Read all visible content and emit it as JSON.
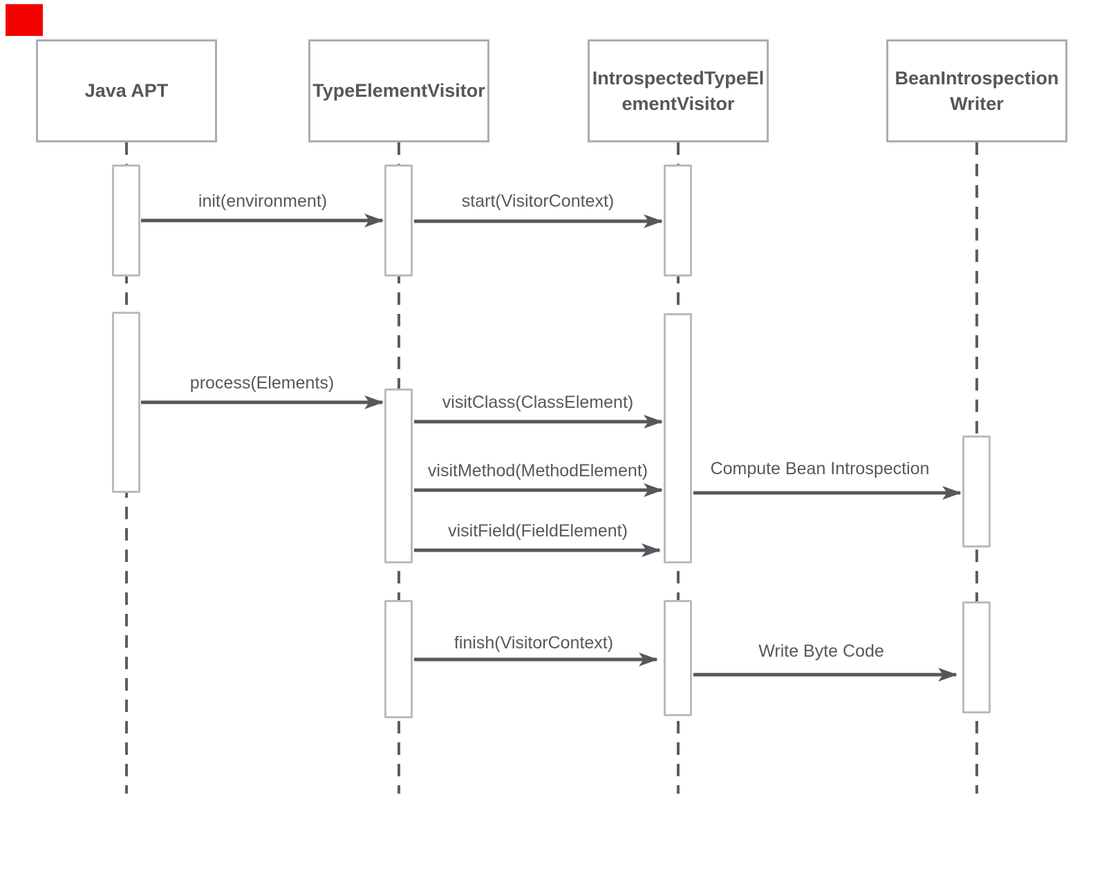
{
  "diagram": {
    "type": "uml-sequence-diagram",
    "colors": {
      "background": "#ffffff",
      "line": "#5a5e62",
      "box_border": "#a9aeb2",
      "activation_border": "#b7bcc0",
      "name_text": "#54585b",
      "label_text": "#55595d",
      "red_marker": "#f40000"
    }
  },
  "participants": [
    {
      "id": "java-apt",
      "name": "Java APT"
    },
    {
      "id": "type-element-visitor",
      "name": "TypeElementVisitor"
    },
    {
      "id": "introspected-type-element-visitor",
      "name": "IntrospectedTypeEl\nementVisitor"
    },
    {
      "id": "bean-introspection-writer",
      "name": "BeanIntrospection\nWriter"
    }
  ],
  "messages": [
    {
      "label": "init(environment)",
      "from": "java-apt",
      "to": "type-element-visitor"
    },
    {
      "label": "start(VisitorContext)",
      "from": "type-element-visitor",
      "to": "introspected-type-element-visitor"
    },
    {
      "label": "process(Elements)",
      "from": "java-apt",
      "to": "type-element-visitor"
    },
    {
      "label": "visitClass(ClassElement)",
      "from": "type-element-visitor",
      "to": "introspected-type-element-visitor"
    },
    {
      "label": "visitMethod(MethodElement)",
      "from": "type-element-visitor",
      "to": "introspected-type-element-visitor"
    },
    {
      "label": "Compute Bean Introspection",
      "from": "introspected-type-element-visitor",
      "to": "bean-introspection-writer"
    },
    {
      "label": "visitField(FieldElement)",
      "from": "type-element-visitor",
      "to": "introspected-type-element-visitor"
    },
    {
      "label": "finish(VisitorContext)",
      "from": "type-element-visitor",
      "to": "introspected-type-element-visitor"
    },
    {
      "label": "Write Byte Code",
      "from": "introspected-type-element-visitor",
      "to": "bean-introspection-writer"
    }
  ]
}
